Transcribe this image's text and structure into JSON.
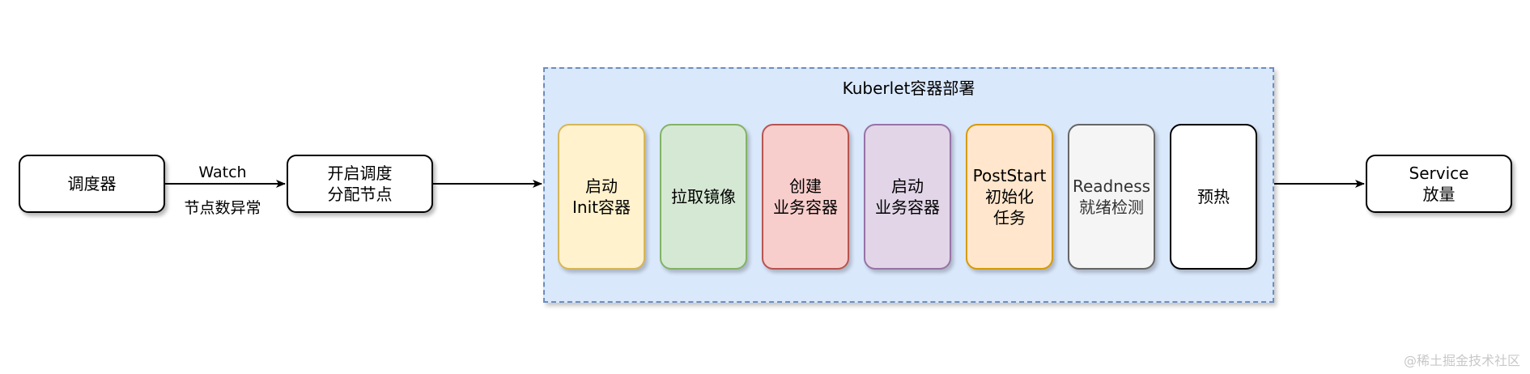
{
  "nodes": {
    "scheduler": "调度器",
    "start_scheduling": "开启调度\n分配节点",
    "service": "Service\n放量"
  },
  "edges": {
    "watch_label": "Watch",
    "node_exception_label": "节点数异常"
  },
  "group": {
    "title": "Kuberlet容器部署",
    "fill": "#dae8fc",
    "border": "#6c8ebf",
    "steps": [
      {
        "label": "启动\nInit容器",
        "fill": "#fff2cc",
        "stroke": "#d6b656",
        "text_color": "#000000"
      },
      {
        "label": "拉取镜像",
        "fill": "#d5e8d4",
        "stroke": "#82b366",
        "text_color": "#000000"
      },
      {
        "label": "创建\n业务容器",
        "fill": "#f8cecc",
        "stroke": "#b85450",
        "text_color": "#000000"
      },
      {
        "label": "启动\n业务容器",
        "fill": "#e1d5e7",
        "stroke": "#9673a6",
        "text_color": "#000000"
      },
      {
        "label": "PostStart\n初始化\n任务",
        "fill": "#ffe6cc",
        "stroke": "#d79b00",
        "text_color": "#000000"
      },
      {
        "label": "Readness\n就绪检测",
        "fill": "#f5f5f5",
        "stroke": "#666666",
        "text_color": "#333333"
      },
      {
        "label": "预热",
        "fill": "#ffffff",
        "stroke": "#000000",
        "text_color": "#000000"
      }
    ]
  },
  "watermark": "@稀土掘金技术社区"
}
